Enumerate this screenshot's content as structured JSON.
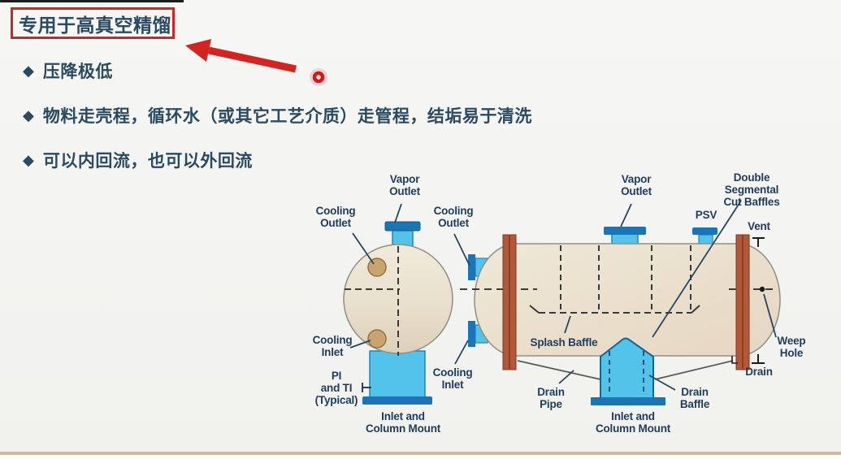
{
  "slide": {
    "title": "专用于高真空精馏",
    "bullet_marker": "◆",
    "bullets": [
      "压降极低",
      "物料走壳程，循环水（或其它工艺介质）走管程，结垢易于清洗",
      "可以内回流，也可以外回流"
    ]
  },
  "diagram": {
    "left_vessel": {
      "cooling_outlet": "Cooling\nOutlet",
      "vapor_outlet": "Vapor\nOutlet",
      "cooling_inlet": "Cooling\nInlet",
      "pi_ti": "PI\nand TI\n(Typical)",
      "mount": "Inlet and\nColumn Mount"
    },
    "shell_nozzles": {
      "cooling_outlet": "Cooling\nOutlet",
      "cooling_inlet": "Cooling\nInlet"
    },
    "right_vessel": {
      "vapor_outlet": "Vapor\nOutlet",
      "double_segmental": "Double Segmental\nCut Baffles",
      "psv": "PSV",
      "vent": "Vent",
      "splash_baffle": "Splash Baffle",
      "drain_pipe": "Drain\nPipe",
      "mount": "Inlet and\nColumn Mount",
      "drain_baffle": "Drain\nBaffle",
      "weep_hole": "Weep\nHole",
      "drain": "Drain"
    }
  },
  "colors": {
    "accent-red": "#d42420",
    "label-navy": "#1e3c5c",
    "text-navy": "#294a61",
    "vessel-tan": "#ece4d2",
    "vessel-tan-dark": "#dccfb8",
    "nozzle-blue": "#53c3ea",
    "nozzle-blue-dark": "#1b74b4",
    "tubesheet-brown": "#b2583a",
    "slide-bg": "#f4f4f2",
    "bottom-strip": "#cdbb9c"
  }
}
